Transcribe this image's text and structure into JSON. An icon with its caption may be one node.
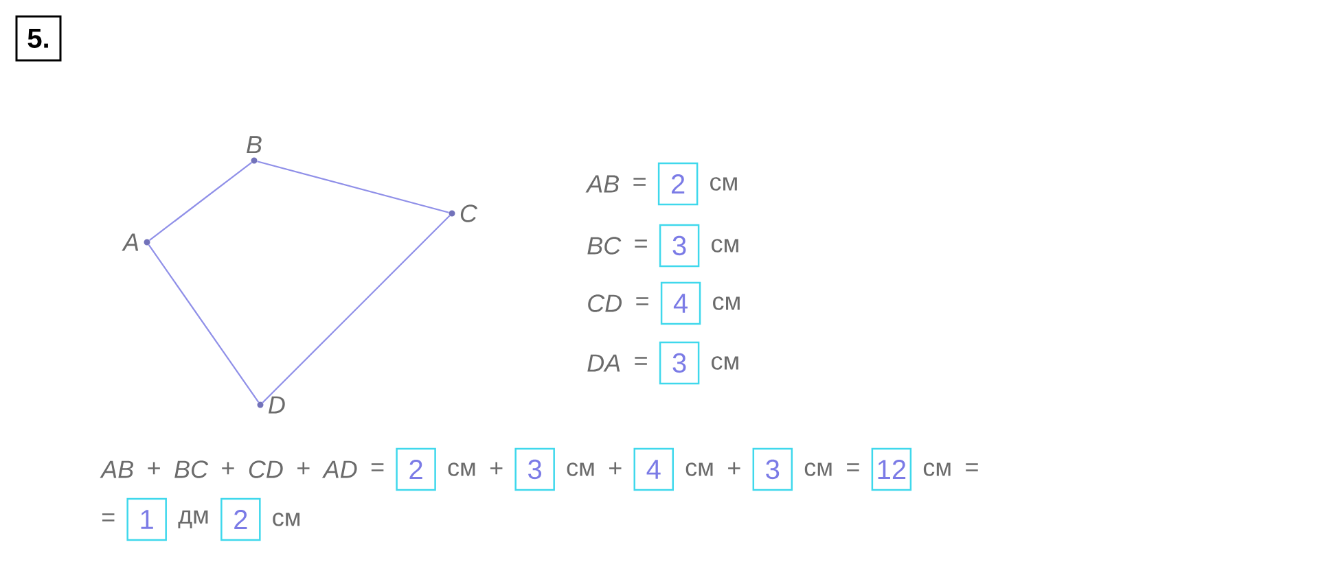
{
  "diagram": {
    "nodes": [
      {
        "text": [
          "A"
        ]
      },
      {
        "text": [
          "B"
        ]
      },
      {
        "text": [
          "C"
        ]
      },
      {
        "text": [
          "D"
        ]
      }
    ],
    "edges": [
      {
        "from": 0,
        "to": 1,
        "arrow": "none"
      },
      {
        "from": 1,
        "to": 2,
        "arrow": "none"
      },
      {
        "from": 2,
        "to": 3,
        "arrow": "none"
      },
      {
        "from": 3,
        "to": 0,
        "arrow": "none"
      }
    ],
    "labels": [
      "5.",
      "AB",
      "=",
      "2",
      "см",
      "BC",
      "=",
      "3",
      "см",
      "CD",
      "=",
      "4",
      "см",
      "DA",
      "=",
      "3",
      "см",
      "AB",
      "+",
      "BC",
      "+",
      "CD",
      "+",
      "AD",
      "=",
      "2",
      "см",
      "+",
      "3",
      "см",
      "+",
      "4",
      "см",
      "+",
      "3",
      "см",
      "=",
      "12",
      "см",
      "=",
      "=",
      "1",
      "дм",
      "2",
      "см"
    ]
  }
}
